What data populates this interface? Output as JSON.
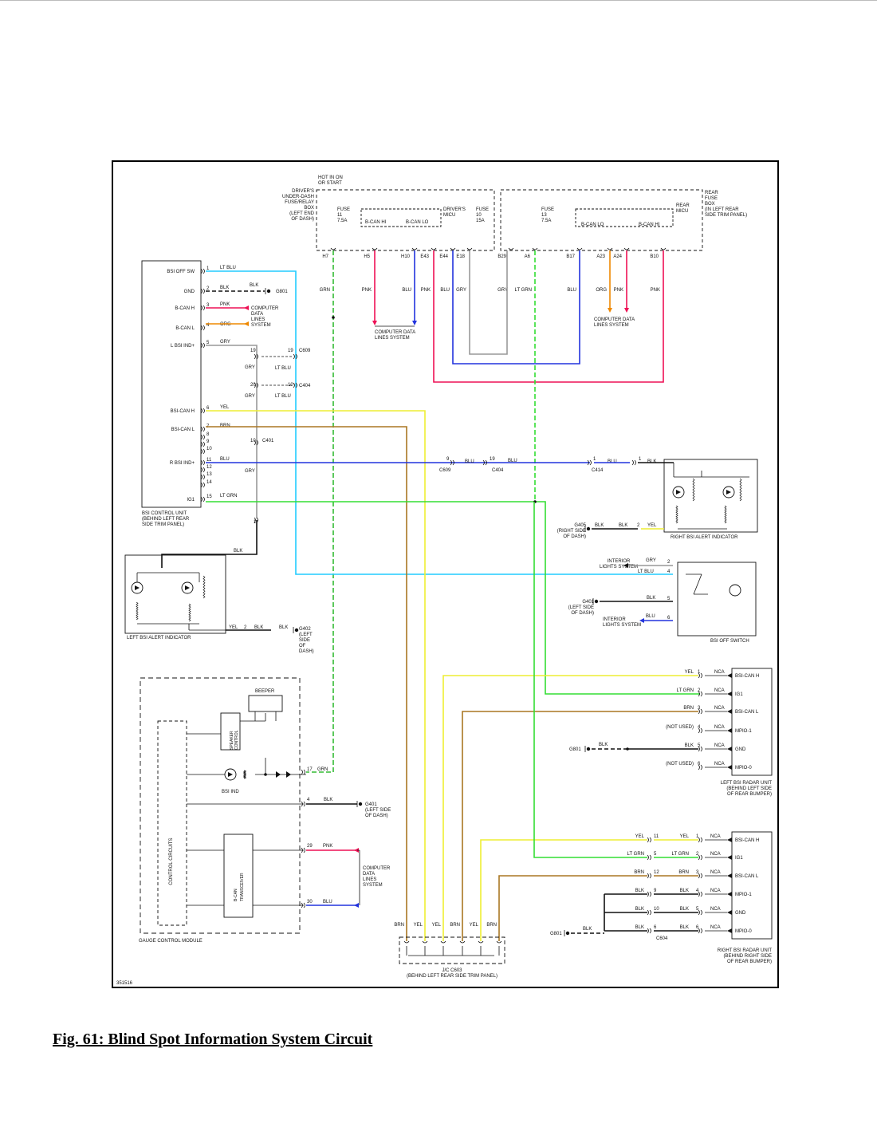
{
  "caption": "Fig. 61: Blind Spot Information System Circuit",
  "figure_id": "351516",
  "colors": {
    "LT BLU": "#22ccff",
    "BLK": "#111111",
    "PNK": "#ee1155",
    "ORG": "#ee8800",
    "GRY": "#999999",
    "YEL": "#eeee33",
    "BRN": "#aa7722",
    "BLU": "#2233dd",
    "LT GRN": "#33dd33",
    "GRN": "#33bb33"
  },
  "power": {
    "hot": [
      "HOT IN ON",
      "OR START"
    ],
    "underdash": [
      "DRIVER'S",
      "UNDER-DASH",
      "FUSE/RELAY",
      "BOX",
      "(LEFT END",
      "OF DASH)"
    ],
    "fuse11": [
      "FUSE",
      "11",
      "7.5A"
    ],
    "fuse10": [
      "FUSE",
      "10",
      "15A"
    ],
    "fuse13": [
      "FUSE",
      "13",
      "7.5A"
    ],
    "micu": [
      "DRIVER'S",
      "MICU"
    ],
    "rear_micu": [
      "REAR",
      "MICU"
    ],
    "rear_box": [
      "REAR",
      "FUSE",
      "BOX",
      "(IN LEFT REAR",
      "SIDE TRIM PANEL)"
    ],
    "bcan_hi": "B-CAN HI",
    "bcan_lo": "B-CAN LO",
    "terminals": [
      "H7",
      "H5",
      "H10",
      "E43",
      "E44",
      "E18",
      "B29",
      "A6",
      "B17",
      "A23",
      "A24",
      "B10"
    ],
    "wires": [
      "GRN",
      "PNK",
      "BLU",
      "PNK",
      "BLU",
      "GRY",
      "GRY",
      "LT GRN",
      "BLU",
      "ORG",
      "PNK",
      "PNK"
    ],
    "cdl": [
      "COMPUTER DATA",
      "LINES SYSTEM"
    ]
  },
  "bsi_unit": {
    "pins": [
      {
        "n": "1",
        "label": "BSI OFF SW",
        "wire": "LT BLU"
      },
      {
        "n": "2",
        "label": "GND",
        "wire": "BLK"
      },
      {
        "n": "3",
        "label": "B-CAN H",
        "wire": "PNK"
      },
      {
        "n": "4",
        "label": "B-CAN L",
        "wire": "ORG"
      },
      {
        "n": "5",
        "label": "L BSI IND+",
        "wire": "GRY"
      },
      {
        "n": "6",
        "label": "BSI-CAN H",
        "wire": "YEL"
      },
      {
        "n": "7",
        "label": "BSI-CAN L",
        "wire": "BRN"
      },
      {
        "n": "8",
        "label": "",
        "wire": ""
      },
      {
        "n": "9",
        "label": "",
        "wire": ""
      },
      {
        "n": "10",
        "label": "",
        "wire": ""
      },
      {
        "n": "11",
        "label": "R BSI IND+",
        "wire": "BLU"
      },
      {
        "n": "12",
        "label": "",
        "wire": ""
      },
      {
        "n": "13",
        "label": "",
        "wire": ""
      },
      {
        "n": "14",
        "label": "",
        "wire": ""
      },
      {
        "n": "15",
        "label": "IG1",
        "wire": "LT GRN"
      }
    ],
    "caption": [
      "BSI CONTROL UNIT",
      "(BEHIND LEFT REAR",
      "SIDE TRIM PANEL)"
    ],
    "g801": "G801",
    "blk": "BLK",
    "cdl": [
      "COMPUTER",
      "DATA",
      "LINES",
      "SYSTEM"
    ],
    "c609": "C609",
    "c404": "C404",
    "c401": "C401",
    "n19": "19",
    "n20": "20",
    "n10": "10",
    "n1": "1",
    "gry": "GRY",
    "ltblu": "LT BLU"
  },
  "left_indicator": {
    "caption": "LEFT BSI ALERT INDICATOR",
    "yel": "YEL",
    "blk": "BLK",
    "n2": "2",
    "g402": [
      "G402",
      "(LEFT",
      "SIDE",
      "OF",
      "DASH)"
    ]
  },
  "right_indicator": {
    "caption": "RIGHT BSI ALERT INDICATOR",
    "g405": [
      "G405",
      "(RIGHT SIDE",
      "OF DASH)"
    ],
    "blk": "BLK",
    "yel": "YEL",
    "n2": "2",
    "n1": "1"
  },
  "blu_run": {
    "blu": "BLU",
    "c609": "C609",
    "c404": "C404",
    "c414": "C414",
    "n9": "9",
    "n19": "19",
    "n1": "1",
    "blk": "BLK"
  },
  "off_switch": {
    "caption": "BSI OFF SWITCH",
    "interior": [
      "INTERIOR",
      "LIGHTS SYSTEM"
    ],
    "gry": "GRY",
    "ltblu": "LT BLU",
    "blk": "BLK",
    "blu": "BLU",
    "g401": [
      "G401",
      "(LEFT SIDE",
      "OF DASH)"
    ],
    "pins": [
      "2",
      "4",
      "5",
      "6"
    ]
  },
  "left_radar": {
    "caption": [
      "LEFT BSI RADAR UNIT",
      "(BEHIND LEFT SIDE",
      "OF REAR BUMPER)"
    ],
    "rows": [
      {
        "wire": "YEL",
        "pin": "1",
        "label": "BSI-CAN H"
      },
      {
        "wire": "LT GRN",
        "pin": "2",
        "label": "IG1"
      },
      {
        "wire": "BRN",
        "pin": "3",
        "label": "BSI-CAN L"
      },
      {
        "wire": "(NOT USED)",
        "pin": "4",
        "label": "MPIO-1"
      },
      {
        "wire": "BLK",
        "pin": "5",
        "label": "GND"
      },
      {
        "wire": "(NOT USED)",
        "pin": "6",
        "label": "MPIO-0"
      }
    ],
    "nca": "NCA",
    "g801": "G801",
    "blk": "BLK"
  },
  "right_radar": {
    "caption": [
      "RIGHT BSI RADAR UNIT",
      "(BEHIND RIGHT SIDE",
      "OF REAR BUMPER)"
    ],
    "rows": [
      {
        "w1": "YEL",
        "c": "11",
        "w2": "YEL",
        "pin": "1",
        "label": "BSI-CAN H"
      },
      {
        "w1": "LT GRN",
        "c": "5",
        "w2": "LT GRN",
        "pin": "2",
        "label": "IG1"
      },
      {
        "w1": "BRN",
        "c": "12",
        "w2": "BRN",
        "pin": "3",
        "label": "BSI-CAN L"
      },
      {
        "w1": "BLK",
        "c": "9",
        "w2": "BLK",
        "pin": "4",
        "label": "MPIO-1"
      },
      {
        "w1": "BLK",
        "c": "10",
        "w2": "BLK",
        "pin": "5",
        "label": "GND"
      },
      {
        "w1": "BLK",
        "c": "6",
        "w2": "BLK",
        "pin": "6",
        "label": "MPIO-0"
      }
    ],
    "nca": "NCA",
    "c604": "C604",
    "g801": "G801",
    "blk": "BLK"
  },
  "gauge": {
    "caption": "GAUGE CONTROL MODULE",
    "beeper": "BEEPER",
    "speaker": [
      "SPEAKER",
      "CONTROL"
    ],
    "bsi_ind": "BSI IND",
    "control": "CONTROL CIRCUITS",
    "bcan": [
      "B-CAN",
      "TRANSCEIVER"
    ],
    "p17": "17",
    "grn": "GRN",
    "p4": "4",
    "blk": "BLK",
    "g401": [
      "G401",
      "(LEFT SIDE",
      "OF DASH)"
    ],
    "p29": "29",
    "pnk": "PNK",
    "p30": "30",
    "blu": "BLU",
    "cdl": [
      "COMPUTER",
      "DATA",
      "LINES",
      "SYSTEM"
    ]
  },
  "jc": {
    "caption": [
      "J/C C603",
      "(BEHIND LEFT REAR SIDE TRIM PANEL)"
    ],
    "wires": [
      "BRN",
      "YEL",
      "YEL",
      "BRN",
      "YEL",
      "BRN"
    ]
  }
}
